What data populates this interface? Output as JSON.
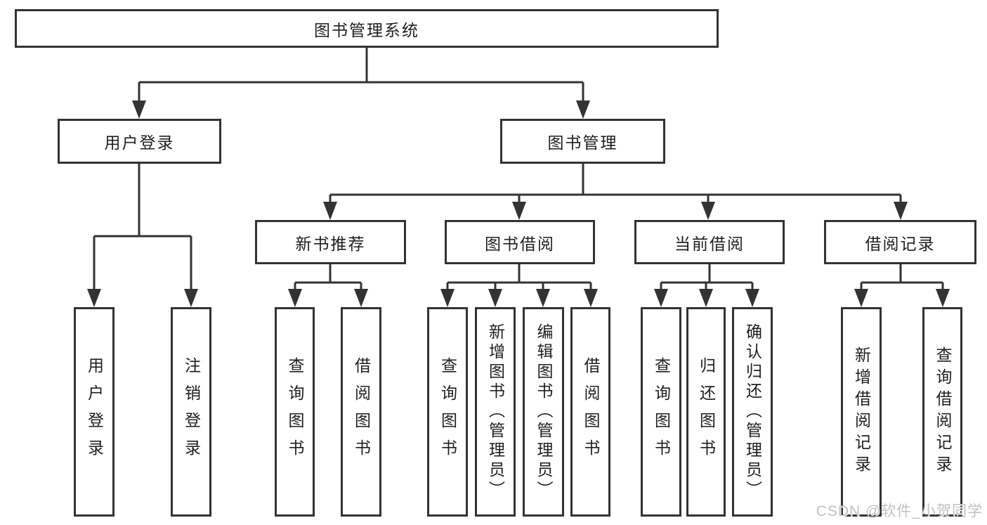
{
  "diagram": {
    "tree": {
      "label": "图书管理系统",
      "children": [
        {
          "label": "用户登录",
          "children": [
            {
              "label": "用户登录"
            },
            {
              "label": "注销登录"
            }
          ]
        },
        {
          "label": "图书管理",
          "children": [
            {
              "label": "新书推荐",
              "children": [
                {
                  "label": "查询图书"
                },
                {
                  "label": "借阅图书"
                }
              ]
            },
            {
              "label": "图书借阅",
              "children": [
                {
                  "label": "查询图书"
                },
                {
                  "label": "新增图书（管理员）"
                },
                {
                  "label": "编辑图书（管理员）"
                },
                {
                  "label": "借阅图书"
                }
              ]
            },
            {
              "label": "当前借阅",
              "children": [
                {
                  "label": "查询图书"
                },
                {
                  "label": "归还图书"
                },
                {
                  "label": "确认归还（管理员）"
                }
              ]
            },
            {
              "label": "借阅记录",
              "children": [
                {
                  "label": "新增借阅记录"
                },
                {
                  "label": "查询借阅记录"
                }
              ]
            }
          ]
        }
      ]
    }
  },
  "watermark": {
    "text": "CSDN @软件_小贺同学"
  },
  "colors": {
    "line": "#333333",
    "box_border": "#333333",
    "text": "#1f1f1f",
    "watermark": "#c2c1c1",
    "background": "#ffffff"
  }
}
